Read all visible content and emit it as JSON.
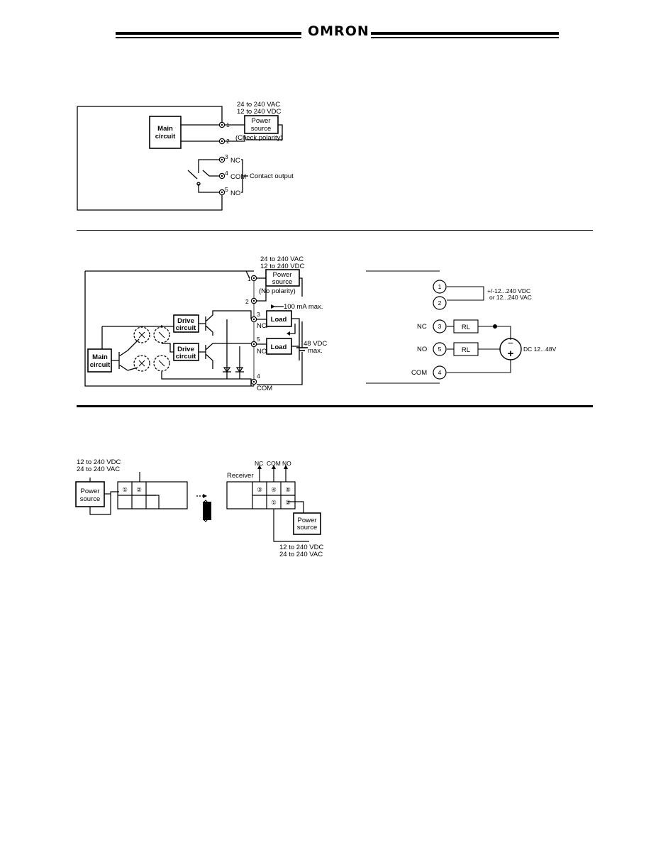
{
  "header": {
    "brand": "OMRON"
  },
  "diagram1": {
    "supply_ac": "24 to 240 VAC",
    "supply_dc": "12 to 240 VDC",
    "main_line1": "Main",
    "main_line2": "circuit",
    "power_line1": "Power",
    "power_line2": "source",
    "check_polarity": "(Check polarity)",
    "t1": "1",
    "t2": "2",
    "t3": "3",
    "t4": "4",
    "t5": "5",
    "nc": "NC",
    "com": "COM",
    "no": "NO",
    "contact_output": "Contact output"
  },
  "diagram2": {
    "supply_ac": "24 to 240 VAC",
    "supply_dc": "12 to 240 VDC",
    "power_line1": "Power",
    "power_line2": "source",
    "no_polarity": "(No polarity)",
    "current_max": "100 mA max.",
    "drive1_line1": "Drive",
    "drive1_line2": "circuit",
    "drive2_line1": "Drive",
    "drive2_line2": "circuit",
    "main_line1": "Main",
    "main_line2": "circuit",
    "load1": "Load",
    "load2": "Load",
    "voltage_max_line1": "48 VDC",
    "voltage_max_line2": "max.",
    "t1": "1",
    "t2": "2",
    "t3": "3",
    "t4": "4",
    "t5": "5",
    "nc": "NC",
    "no": "NO",
    "com": "COM"
  },
  "diagram3": {
    "t1": "1",
    "t2": "2",
    "t3": "3",
    "t4": "4",
    "t5": "5",
    "nc": "NC",
    "no": "NO",
    "com": "COM",
    "rl1": "RL",
    "rl2": "RL",
    "supply_line1": "+/-12...240 VDC",
    "supply_line2": "or 12...240 VAC",
    "minus": "−",
    "plus": "+",
    "dc_label": "DC 12...48V"
  },
  "diagram4": {
    "supply_dc": "12 to 240 VDC",
    "supply_ac": "24 to 240 VAC",
    "power_line1": "Power",
    "power_line2": "source",
    "emitter_t1": "①",
    "emitter_t2": "②",
    "receiver": "Receiver",
    "nc": "NC",
    "com": "COM",
    "no": "NO",
    "rx_t3": "③",
    "rx_t4": "④",
    "rx_t5": "⑤",
    "rx_t1": "①",
    "rx_t2": "②",
    "power2_line1": "Power",
    "power2_line2": "source",
    "supply2_dc": "12 to 240 VDC",
    "supply2_ac": "24 to 240 VAC"
  }
}
